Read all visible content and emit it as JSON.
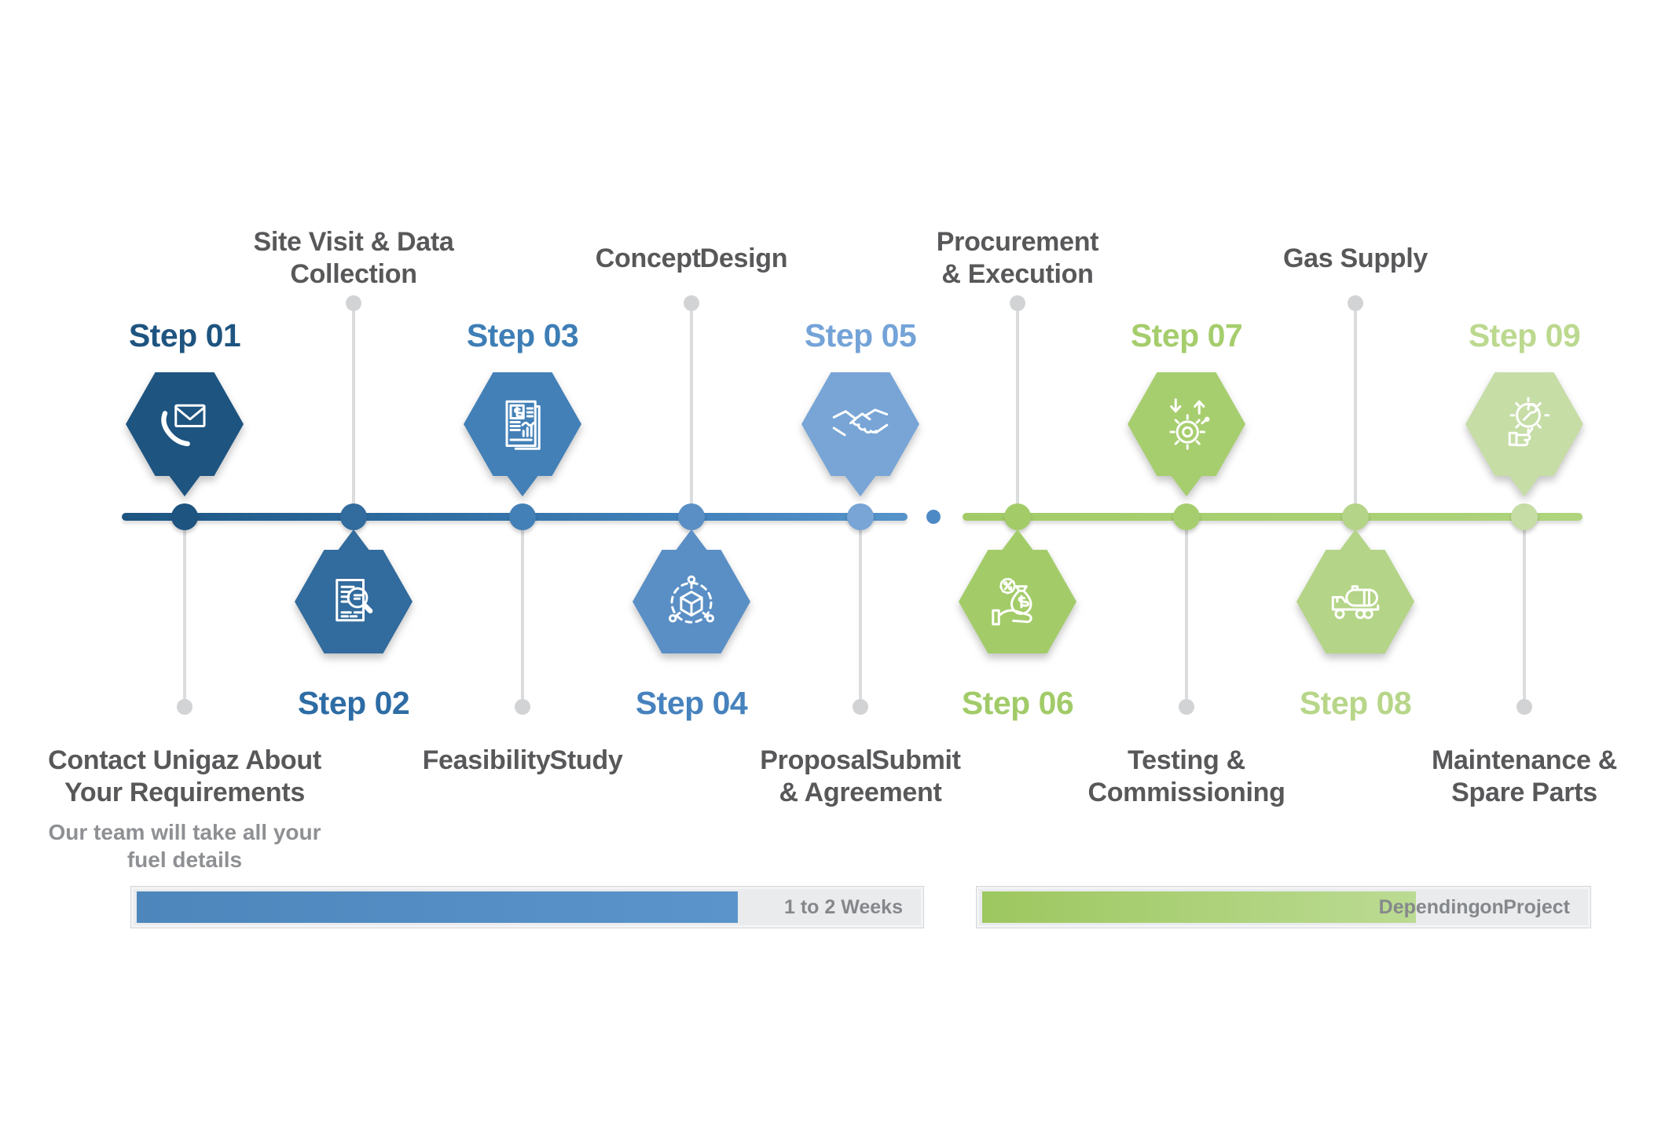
{
  "timeline": {
    "blue_line_color_start": "#1D5480",
    "blue_line_color_end": "#5693CB",
    "green_line_color_start": "#A2CB67",
    "green_line_color_end": "#AFD47D",
    "separator_dot_color": "#4D8AC5",
    "connector_color": "#DBDCDD",
    "connector_dot_color": "#D2D3D5"
  },
  "steps": [
    {
      "step_label": "Step 01",
      "position": "above",
      "icon": "phone-mail-icon",
      "hex_color": "#1E5480",
      "number_color": "#1E5480",
      "title_lines": [
        "Contact Unigaz About",
        "Your Requirements"
      ],
      "subtitle_lines": [
        "Our team will take all your",
        "fuel details"
      ]
    },
    {
      "step_label": "Step 02",
      "position": "below",
      "icon": "document-search-icon",
      "hex_color": "#326B9D",
      "number_color": "#2D6CA4",
      "title_lines": [
        "Site Visit & Data",
        "Collection"
      ]
    },
    {
      "step_label": "Step 03",
      "position": "above",
      "icon": "financial-report-icon",
      "hex_color": "#4380B7",
      "number_color": "#3E7EB6",
      "title_lines": [
        "Feasibility Study"
      ]
    },
    {
      "step_label": "Step 04",
      "position": "below",
      "icon": "cube-network-icon",
      "hex_color": "#5A8FC5",
      "number_color": "#4682BE",
      "title_lines": [
        "Concept Design"
      ]
    },
    {
      "step_label": "Step 05",
      "position": "above",
      "icon": "handshake-icon",
      "hex_color": "#78A5D6",
      "number_color": "#74A3D8",
      "title_lines": [
        "Proposal Submit",
        "& Agreement"
      ]
    },
    {
      "step_label": "Step 06",
      "position": "below",
      "icon": "money-hand-icon",
      "hex_color": "#A3CC69",
      "number_color": "#A1CB68",
      "title_lines": [
        "Procurement",
        "& Execution"
      ]
    },
    {
      "step_label": "Step 07",
      "position": "above",
      "icon": "gear-arrows-icon",
      "hex_color": "#A7CE6E",
      "number_color": "#A5CD6C",
      "title_lines": [
        "Testing &",
        "Commissioning"
      ]
    },
    {
      "step_label": "Step 08",
      "position": "below",
      "icon": "tanker-truck-icon",
      "hex_color": "#B4D487",
      "number_color": "#B7D689",
      "title_lines": [
        "Gas Supply"
      ]
    },
    {
      "step_label": "Step 09",
      "position": "above",
      "icon": "gear-wrench-hand-icon",
      "hex_color": "#C6DDA6",
      "number_color": "#BCD98F",
      "title_lines": [
        "Maintenance &",
        "Spare Parts"
      ]
    }
  ],
  "progress_bars": [
    {
      "label": "1 to 2 Weeks",
      "fill_percent": 77,
      "fill_start": "#4C86BB",
      "fill_end": "#5B94CB",
      "track_color": "#EAEBED"
    },
    {
      "label": "Depending on Project",
      "fill_percent": 72,
      "fill_start": "#9DC75F",
      "fill_end": "#BBDB93",
      "track_color": "#EAEBED"
    }
  ]
}
